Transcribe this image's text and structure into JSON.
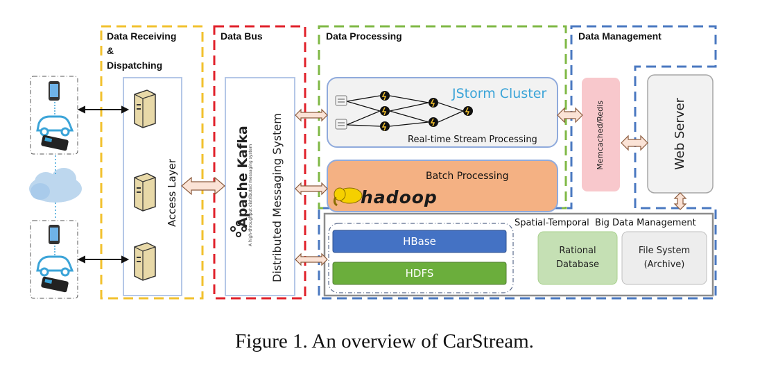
{
  "zones": {
    "receiving_title_line1": "Data Receiving",
    "receiving_title_line2": "&",
    "receiving_title_line3": "Dispatching",
    "bus_title": "Data Bus",
    "processing_title": "Data Processing",
    "management_title": "Data Management"
  },
  "receiving": {
    "access_layer_label": "Access Layer"
  },
  "bus": {
    "kafka_logo_text": "Apache Kafka",
    "kafka_tagline": "A high-throughput distributed messaging system",
    "messaging_label": "Distributed Messaging System"
  },
  "processing": {
    "jstorm_label": "JStorm Cluster",
    "stream_label": "Real-time Stream Processing",
    "batch_label": "Batch Processing",
    "hadoop_logo_text": "hadoop"
  },
  "management": {
    "memcached_label": "Memcached/Redis",
    "webserver_label": "Web Server",
    "storage_title": "Spatial-Temporal  Big Data Management",
    "hbase_label": "HBase",
    "hdfs_label": "HDFS",
    "rational_label_line1": "Rational",
    "rational_label_line2": "Database",
    "filesystem_label_line1": "File System",
    "filesystem_label_line2": "(Archive)"
  },
  "colors": {
    "receiving_border": "#F2C12E",
    "bus_border": "#E0202A",
    "processing_border": "#7FB845",
    "management_border": "#4A78C0",
    "hbase_fill": "#4472C4",
    "hdfs_fill": "#6BAE3C",
    "batch_fill": "#F4B183",
    "memcached_fill": "#F8C8CC",
    "rational_fill": "#C5E0B4",
    "arrow_fill": "#FBE3D6"
  },
  "caption": "Figure 1. An overview of CarStream."
}
